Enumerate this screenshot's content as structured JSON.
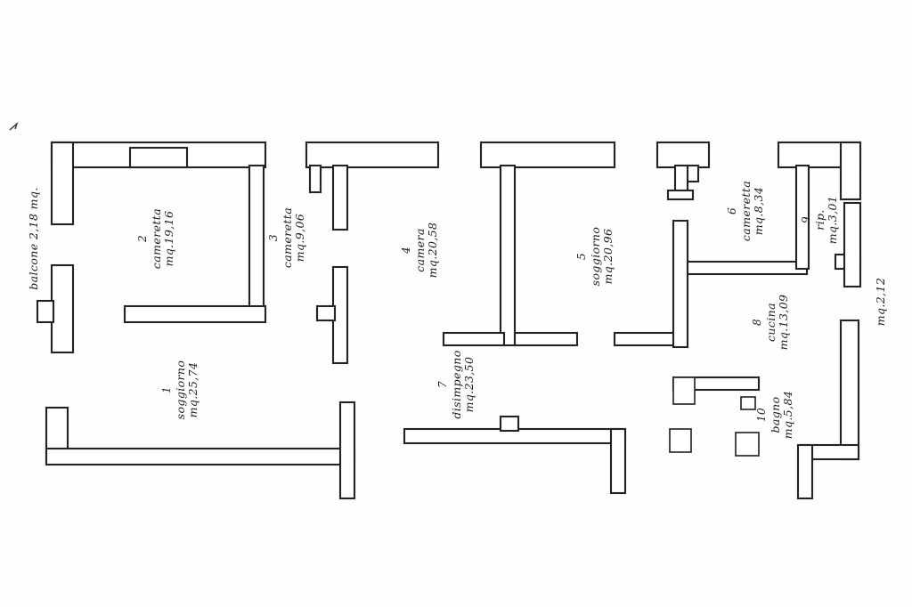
{
  "rooms": [
    {
      "number": "1",
      "name": "soggiorno",
      "area": "mq.25,74"
    },
    {
      "number": "2",
      "name": "cameretta",
      "area": "mq.19,16"
    },
    {
      "number": "3",
      "name": "cameretta",
      "area": "mq.9,06"
    },
    {
      "number": "4",
      "name": "camera",
      "area": "mq.20,58"
    },
    {
      "number": "5",
      "name": "soggiorno",
      "area": "mq.20,96"
    },
    {
      "number": "6",
      "name": "cameretta",
      "area": "mq.8,34"
    },
    {
      "number": "7",
      "name": "disimpegno",
      "area": "mq.23,50"
    },
    {
      "number": "8",
      "name": "cucina",
      "area": "mq.13,09"
    },
    {
      "number": "9",
      "name": "rip.",
      "area": "mq.3,01"
    },
    {
      "number": "10",
      "name": "bagno",
      "area": "mq.5,84"
    }
  ],
  "annotations": [
    {
      "text": "balcone 2,18 mq."
    },
    {
      "text": "mq.2,12"
    }
  ],
  "colors": {
    "wall_stroke": "#222222",
    "paper": "#fefefe"
  }
}
